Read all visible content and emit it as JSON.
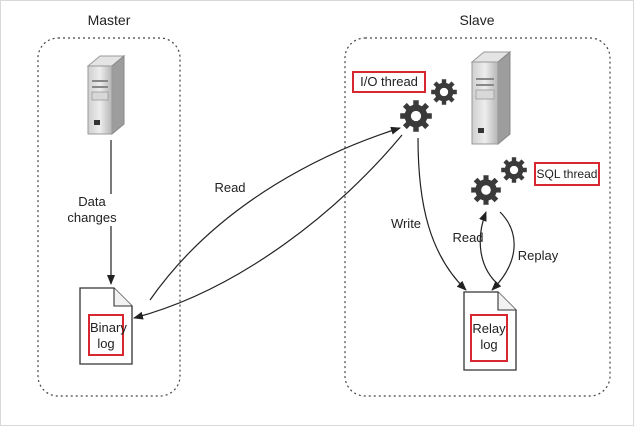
{
  "master": {
    "title": "Master",
    "data_changes_line1": "Data",
    "data_changes_line2": "changes",
    "binary_log_line1": "Binary",
    "binary_log_line2": "log",
    "icons": [
      "server-icon",
      "document-icon"
    ]
  },
  "slave": {
    "title": "Slave",
    "io_thread": "I/O thread",
    "sql_thread": "SQL thread",
    "relay_log_line1": "Relay",
    "relay_log_line2": "log",
    "icons": [
      "server-icon",
      "gear-icon",
      "document-icon"
    ]
  },
  "arrows": {
    "read_from_binlog": "Read",
    "write_relay": "Write",
    "read_relay": "Read",
    "replay": "Replay"
  },
  "colors": {
    "highlight_border": "#d7282f",
    "gear": "#3a3a3a"
  }
}
